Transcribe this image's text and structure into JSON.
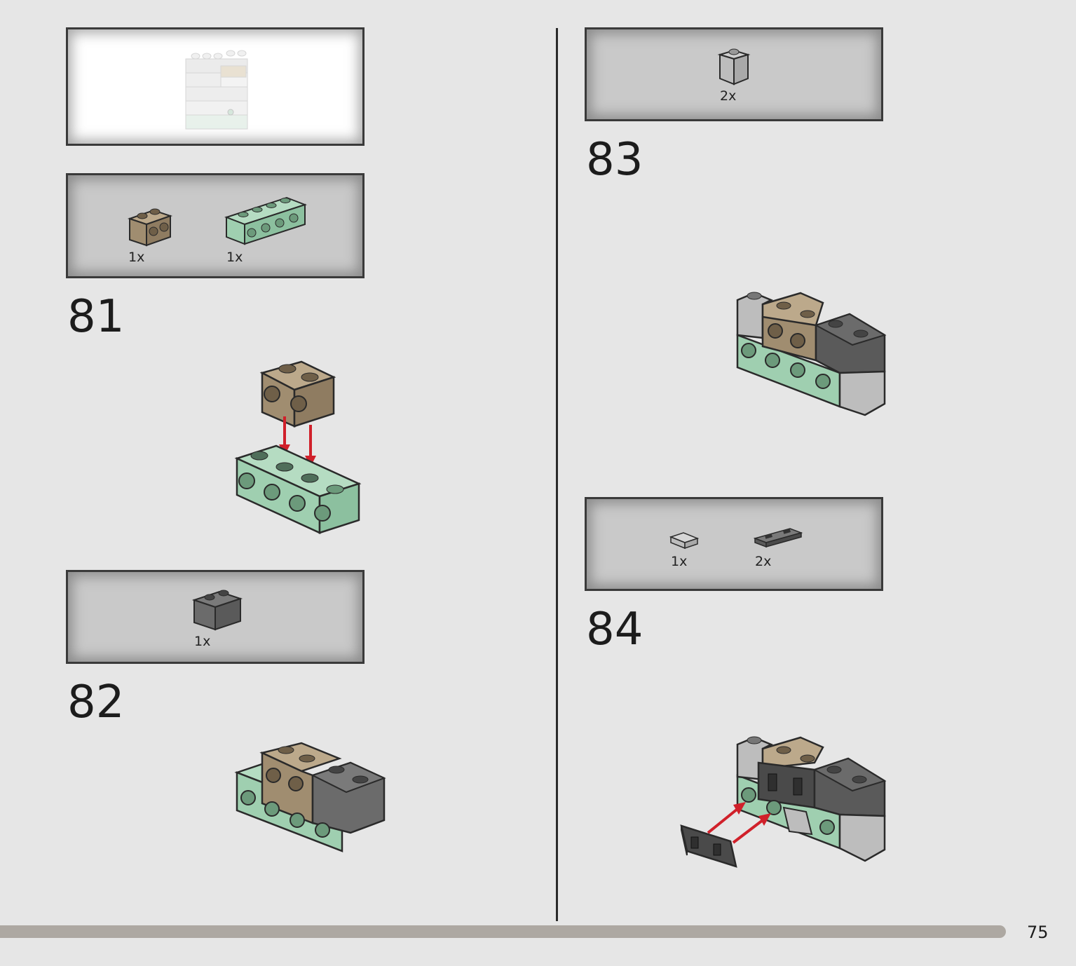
{
  "page": {
    "number": "75",
    "colors": {
      "background": "#e6e6e6",
      "parts_box": "#c9c9c9",
      "footer_bar": "#ada8a2",
      "sand_green": "#9fcfb0",
      "dark_tan": "#a08d70",
      "dark_gray": "#6b6b6b",
      "light_gray": "#bdbdbd",
      "arrow_red": "#d0202a"
    }
  },
  "preview_box": {
    "icon": "assembled-wall-preview"
  },
  "steps": [
    {
      "number": "81",
      "parts": [
        {
          "icon": "dark-tan-brick-1x2-studs-on-side",
          "qty": "1x"
        },
        {
          "icon": "sand-green-brick-1x4-studs-on-side",
          "qty": "1x"
        }
      ]
    },
    {
      "number": "82",
      "parts": [
        {
          "icon": "dark-gray-brick-1x2",
          "qty": "1x"
        }
      ]
    },
    {
      "number": "83",
      "parts": [
        {
          "icon": "light-gray-brick-1x1",
          "qty": "2x"
        }
      ]
    },
    {
      "number": "84",
      "parts": [
        {
          "icon": "light-gray-tile-1x1",
          "qty": "1x"
        },
        {
          "icon": "dark-gray-plate-1x2-with-clips",
          "qty": "2x"
        }
      ]
    }
  ]
}
